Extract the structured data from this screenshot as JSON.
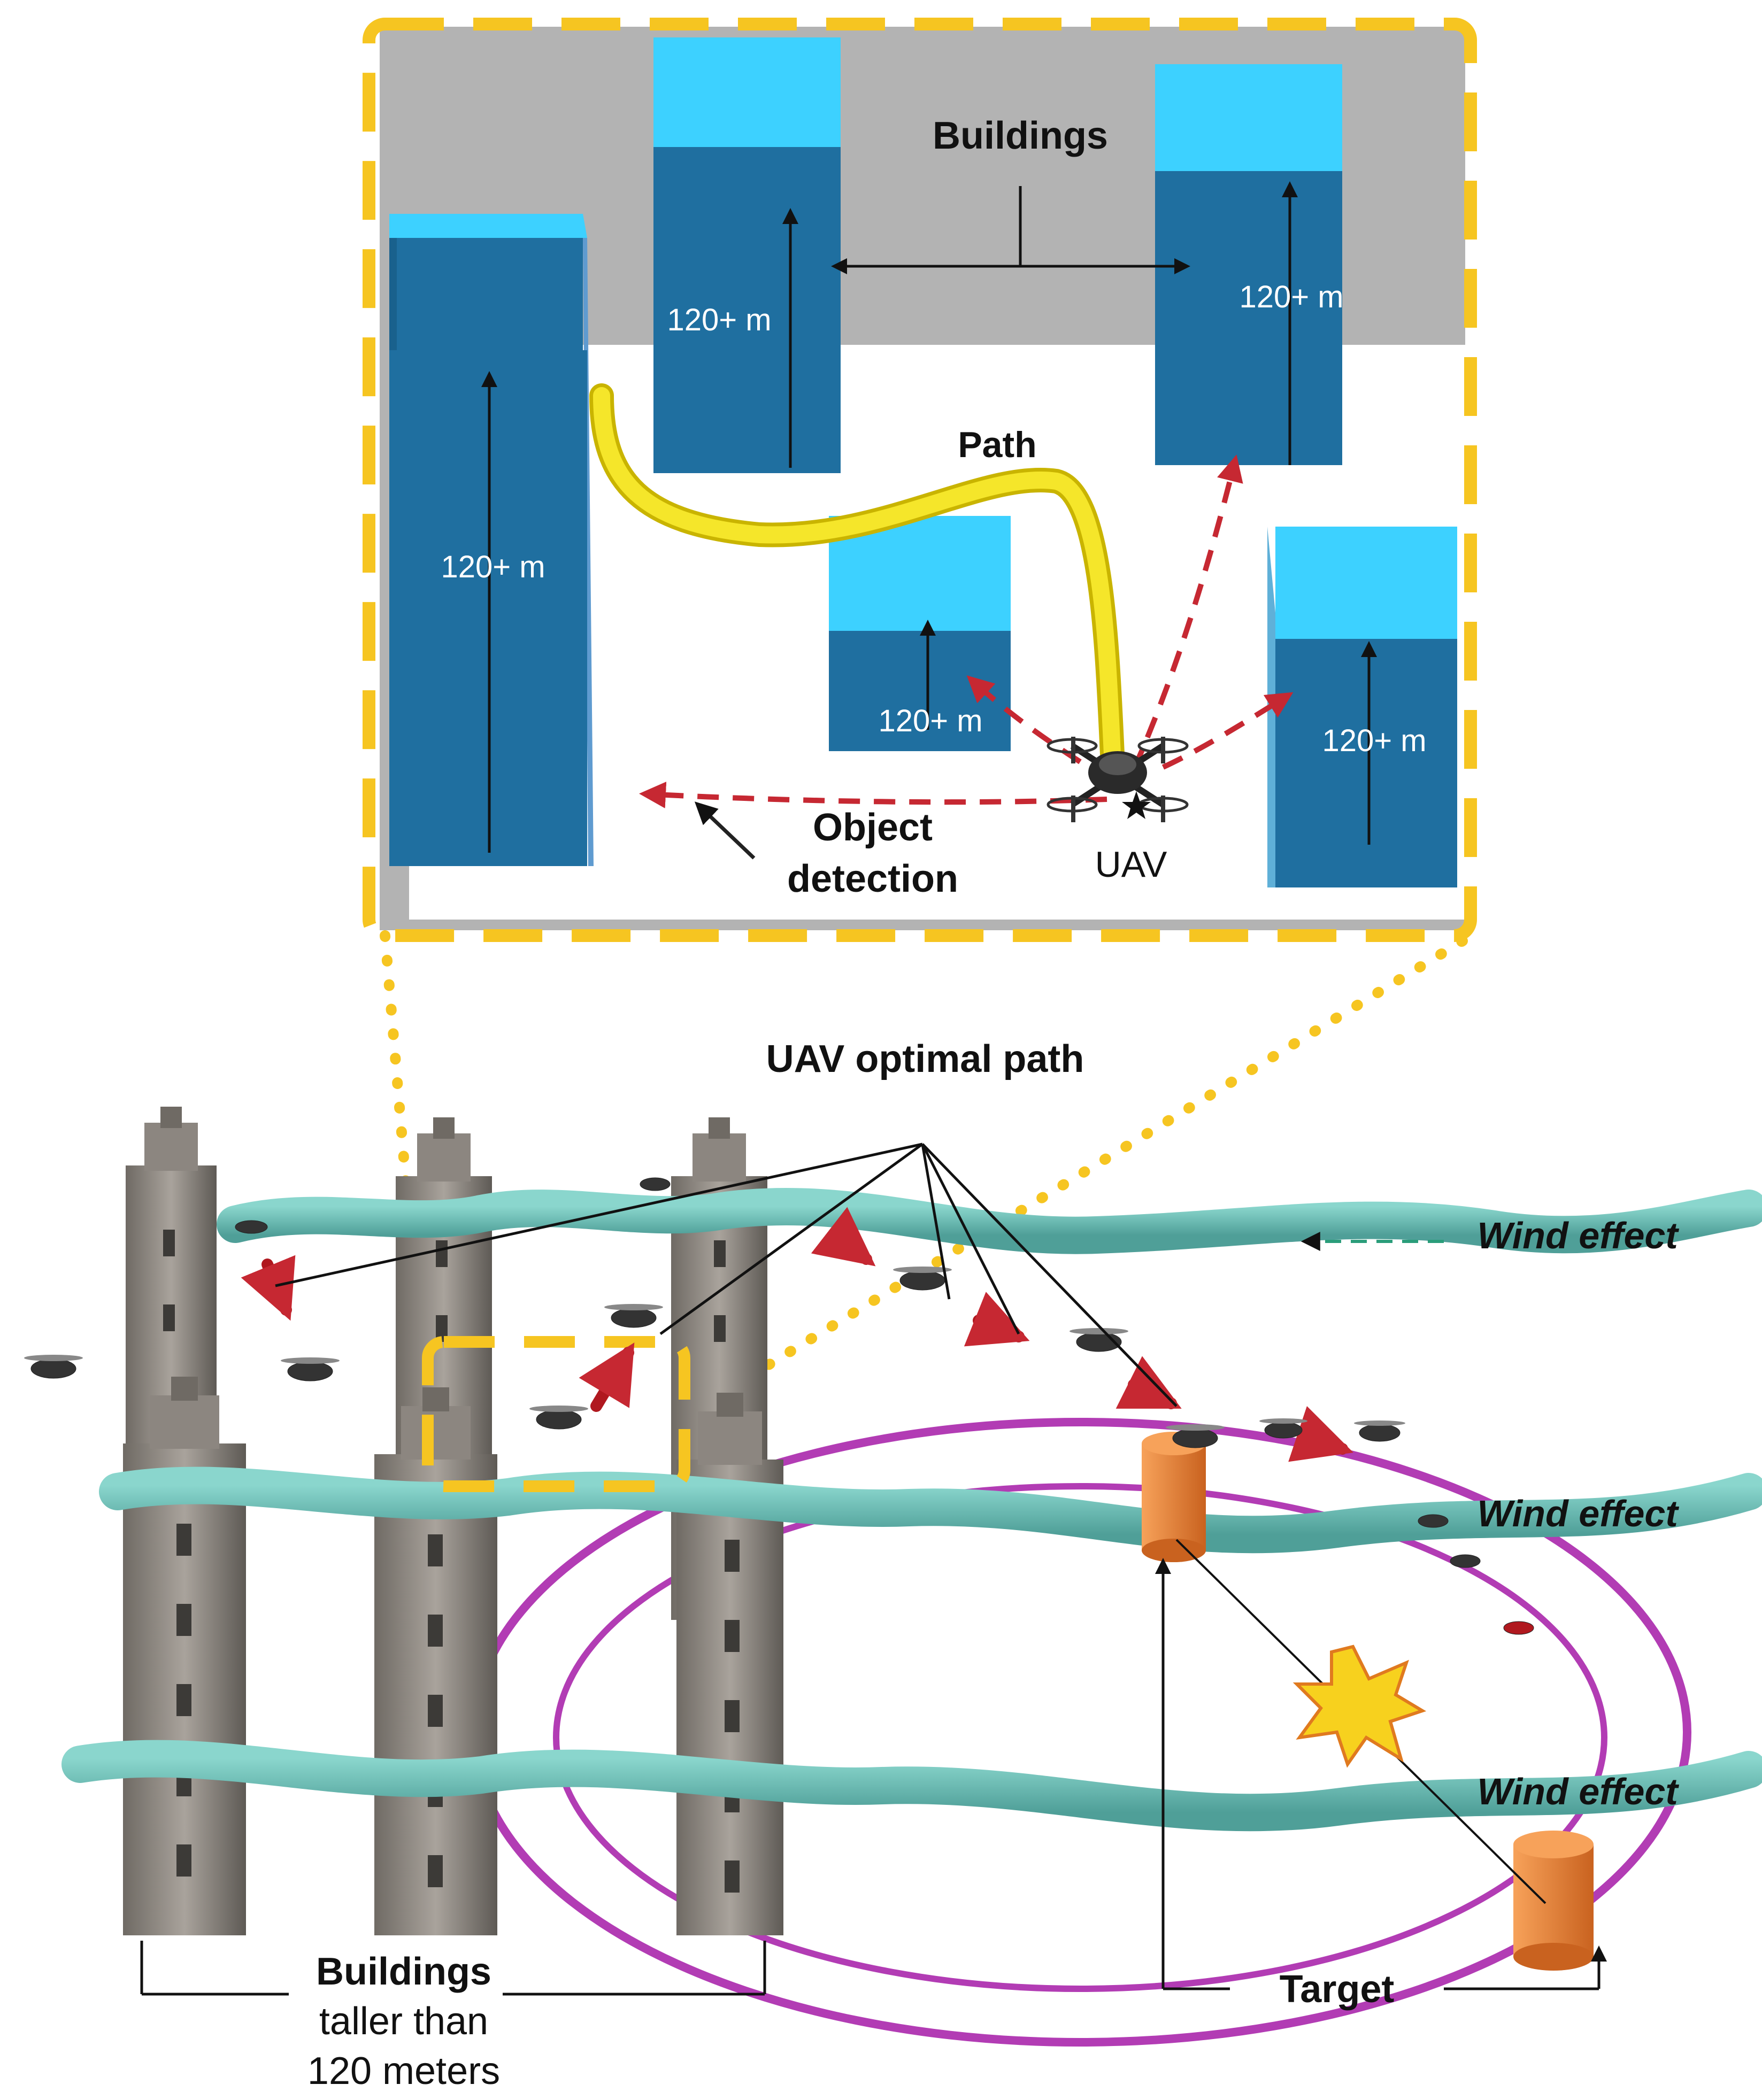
{
  "inset": {
    "labels": {
      "buildings": "Buildings",
      "path": "Path",
      "height": "120+ m",
      "object_detection_line1": "Object",
      "object_detection_line2": "detection",
      "uav": "UAV"
    }
  },
  "scene": {
    "labels": {
      "optimal_path": "UAV optimal path",
      "wind_effect": "Wind effect",
      "buildings_line1": "Buildings",
      "buildings_line2": "taller than",
      "buildings_line3": "120 meters",
      "target": "Target"
    }
  },
  "colors": {
    "inset_border": "#f6c521",
    "ground_gray": "#b3b3b3",
    "building_front": "#1f6fa0",
    "building_top": "#3dd1ff",
    "path_yellow": "#f2e21c",
    "detection_red": "#c62832",
    "wind_teal": "#6ec4bb",
    "orbit_magenta": "#b23cb4",
    "target_orange": "#f0843a",
    "tower_stone": "#8c8680"
  }
}
